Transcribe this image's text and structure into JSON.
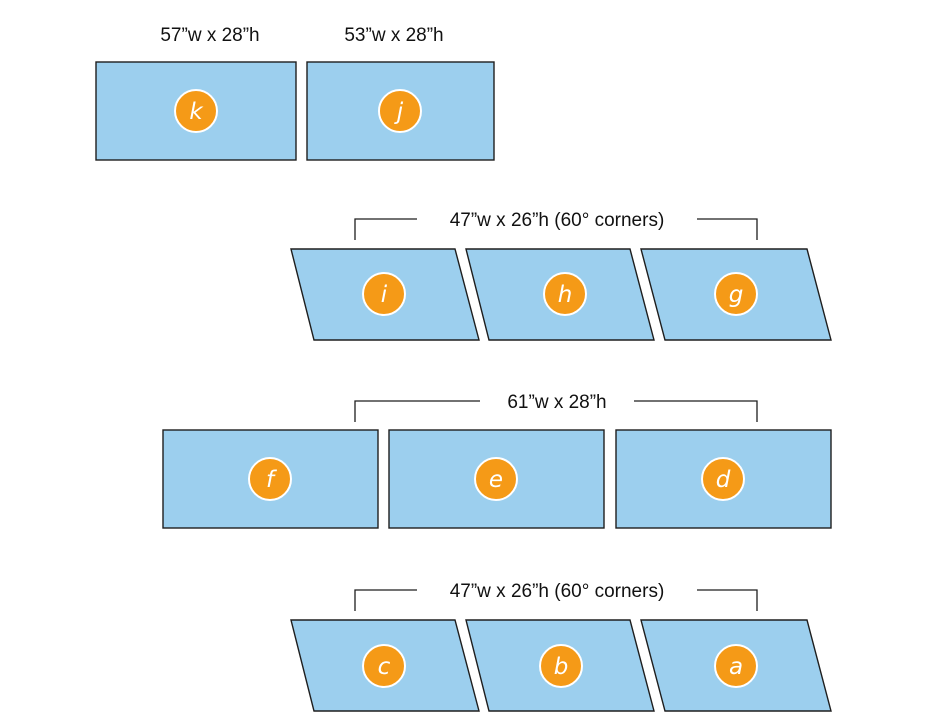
{
  "labels": {
    "row_top_left": "57”w x 28”h",
    "row_top_right": "53”w x 28”h",
    "row_ijg": "47”w x 26”h (60° corners)",
    "row_fed": "61”w x 28”h",
    "row_cba": "47”w x 26”h (60° corners)"
  },
  "panels": {
    "k": "k",
    "j": "j",
    "i": "i",
    "h": "h",
    "g": "g",
    "f": "f",
    "e": "e",
    "d": "d",
    "c": "c",
    "b": "b",
    "a": "a"
  },
  "colors": {
    "panel_fill": "#9ccfee",
    "badge_fill": "#f59a17",
    "outline": "#1e1e1e"
  }
}
